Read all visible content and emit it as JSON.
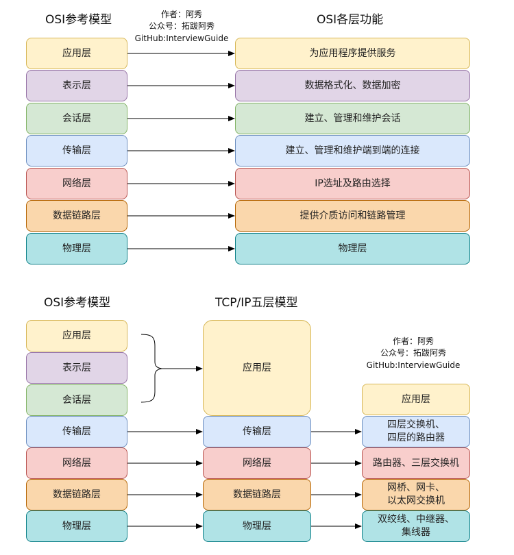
{
  "top": {
    "left_title": "OSI参考模型",
    "right_title": "OSI各层功能",
    "credit": [
      "作者：阿秀",
      "公众号：拓跋阿秀",
      "GitHub:InterviewGuide"
    ],
    "layers": [
      {
        "name": "应用层",
        "function": "为应用程序提供服务"
      },
      {
        "name": "表示层",
        "function": "数据格式化、数据加密"
      },
      {
        "name": "会话层",
        "function": "建立、管理和维护会话"
      },
      {
        "name": "传输层",
        "function": "建立、管理和维护端到端的连接"
      },
      {
        "name": "网络层",
        "function": "IP选址及路由选择"
      },
      {
        "name": "数据链路层",
        "function": "提供介质访问和链路管理"
      },
      {
        "name": "物理层",
        "function": "物理层"
      }
    ]
  },
  "bottom": {
    "left_title": "OSI参考模型",
    "middle_title": "TCP/IP五层模型",
    "credit": [
      "作者：阿秀",
      "公众号：拓跋阿秀",
      "GitHub:InterviewGuide"
    ],
    "osi_layers": [
      "应用层",
      "表示层",
      "会话层",
      "传输层",
      "网络层",
      "数据链路层",
      "物理层"
    ],
    "tcpip_layers": [
      "应用层",
      "传输层",
      "网络层",
      "数据链路层",
      "物理层"
    ],
    "devices": [
      {
        "layer": "应用层",
        "text": [
          "应用层"
        ]
      },
      {
        "layer": "传输层",
        "text": [
          "四层交换机、",
          "四层的路由器"
        ]
      },
      {
        "layer": "网络层",
        "text": [
          "路由器、三层交换机"
        ]
      },
      {
        "layer": "数据链路层",
        "text": [
          "网桥、网卡、",
          "以太网交换机"
        ]
      },
      {
        "layer": "物理层",
        "text": [
          "双绞线、中继器、",
          "集线器"
        ]
      }
    ]
  },
  "colors": {
    "yellow": "#fff2cc",
    "purple": "#e1d5e7",
    "green": "#d5e8d4",
    "blue": "#dae8fc",
    "red": "#f8cecc",
    "orange": "#fad7ac",
    "teal": "#b0e3e6"
  }
}
